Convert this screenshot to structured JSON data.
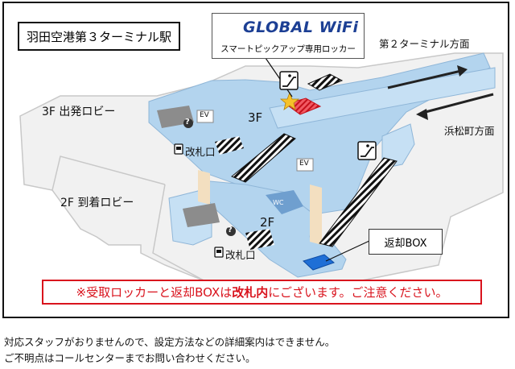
{
  "title": "羽田空港第３ターミナル駅",
  "global_wifi": {
    "logo": "GLOBAL WiFi",
    "subtitle": "スマートピックアップ専用ロッカー"
  },
  "directions": {
    "terminal2": "第２ターミナル方面",
    "hamamatsucho": "浜松町方面"
  },
  "floors": {
    "f3_lobby": "3F 出発ロビー",
    "f2_lobby": "2F 到着ロビー",
    "f3": "3F",
    "f2": "2F"
  },
  "labels": {
    "ev": "EV",
    "wc": "WC",
    "ticket_gate": "改札口",
    "info_mark": "?"
  },
  "return_box": "返却BOX",
  "warning": {
    "before": "※受取ロッカーと返却BOXは",
    "bold": "改札内",
    "after": "にございます。ご注意ください。"
  },
  "footer": {
    "line1": "対応スタッフがおりませんので、設定方法などの詳細案内はできません。",
    "line2": "ご不明点はコールセンターまでお問い合わせください。"
  },
  "colors": {
    "floor_blue": "#b3d4ee",
    "locker_red": "#e0303a",
    "return_box_blue": "#1f6fd6",
    "warning_red": "#d9131d",
    "brand_blue": "#1c3f94"
  }
}
